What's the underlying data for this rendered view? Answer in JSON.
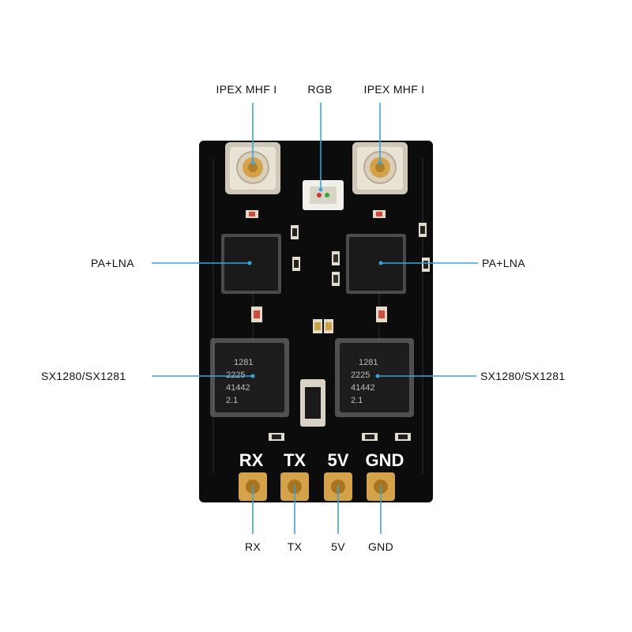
{
  "top_labels": {
    "antenna_left": "IPEX MHF I",
    "rgb": "RGB",
    "antenna_right": "IPEX MHF I"
  },
  "side_labels": {
    "pa_lna_left": "PA+LNA",
    "pa_lna_right": "PA+LNA",
    "sx_left": "SX1280/SX1281",
    "sx_right": "SX1280/SX1281"
  },
  "bottom_labels": {
    "rx": "RX",
    "tx": "TX",
    "v5": "5V",
    "gnd": "GND"
  },
  "silkscreen": {
    "rx": "RX",
    "tx": "TX",
    "v5": "5V",
    "gnd": "GND"
  },
  "chip_marking": {
    "line1": "1281",
    "line2": "2225",
    "line3": "41442",
    "line4": "2.1"
  },
  "colors": {
    "pcb": "#0c0c0c",
    "leader": "#3ba3d8",
    "gold": "#d4a24a",
    "silkscreen": "#ffffff"
  }
}
